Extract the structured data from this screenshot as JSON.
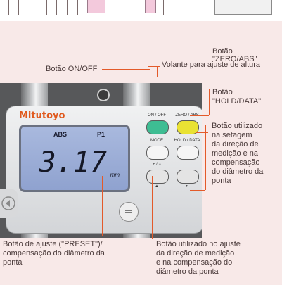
{
  "labels": {
    "on_off": "Botão ON/OFF",
    "zero_abs": "Botão\n\"ZERO/ABS\"",
    "height_wheel": "Volante para ajuste de altura",
    "hold_data": "Botão\n\"HOLD/DATA\"",
    "direction_setting": "Botão utilizado\nna setagem\nda direção de\nmedição e na\ncompensação\ndo diâmetro da\nponta",
    "preset": "Botão de ajuste (\"PRESET\")/\ncompensação do diâmetro da\nponta",
    "direction_adjust": "Botão utilizado no ajuste\nda direção de medição\ne na compensação do\ndiâmetro da ponta"
  },
  "device": {
    "brand": "Mitutoyo",
    "display": {
      "mode": "ABS",
      "preset": "P1",
      "value": "3.17",
      "unit": "mm"
    },
    "buttons": {
      "on_off": "ON / OFF",
      "zero_abs": "ZERO / ABS",
      "mode": "MODE",
      "hold_data": "HOLD / DATA",
      "plus_minus": "+ / −",
      "up_arrow": "▲",
      "right_arrow": "►"
    }
  },
  "colors": {
    "background": "#f8e9e8",
    "leader_line": "#e35a2a",
    "button_on_off": "#3ebd93",
    "button_zero_abs": "#e9e233",
    "brand": "#e05a1e"
  },
  "icons": [
    "home-icon",
    "left-arrow-icon"
  ]
}
